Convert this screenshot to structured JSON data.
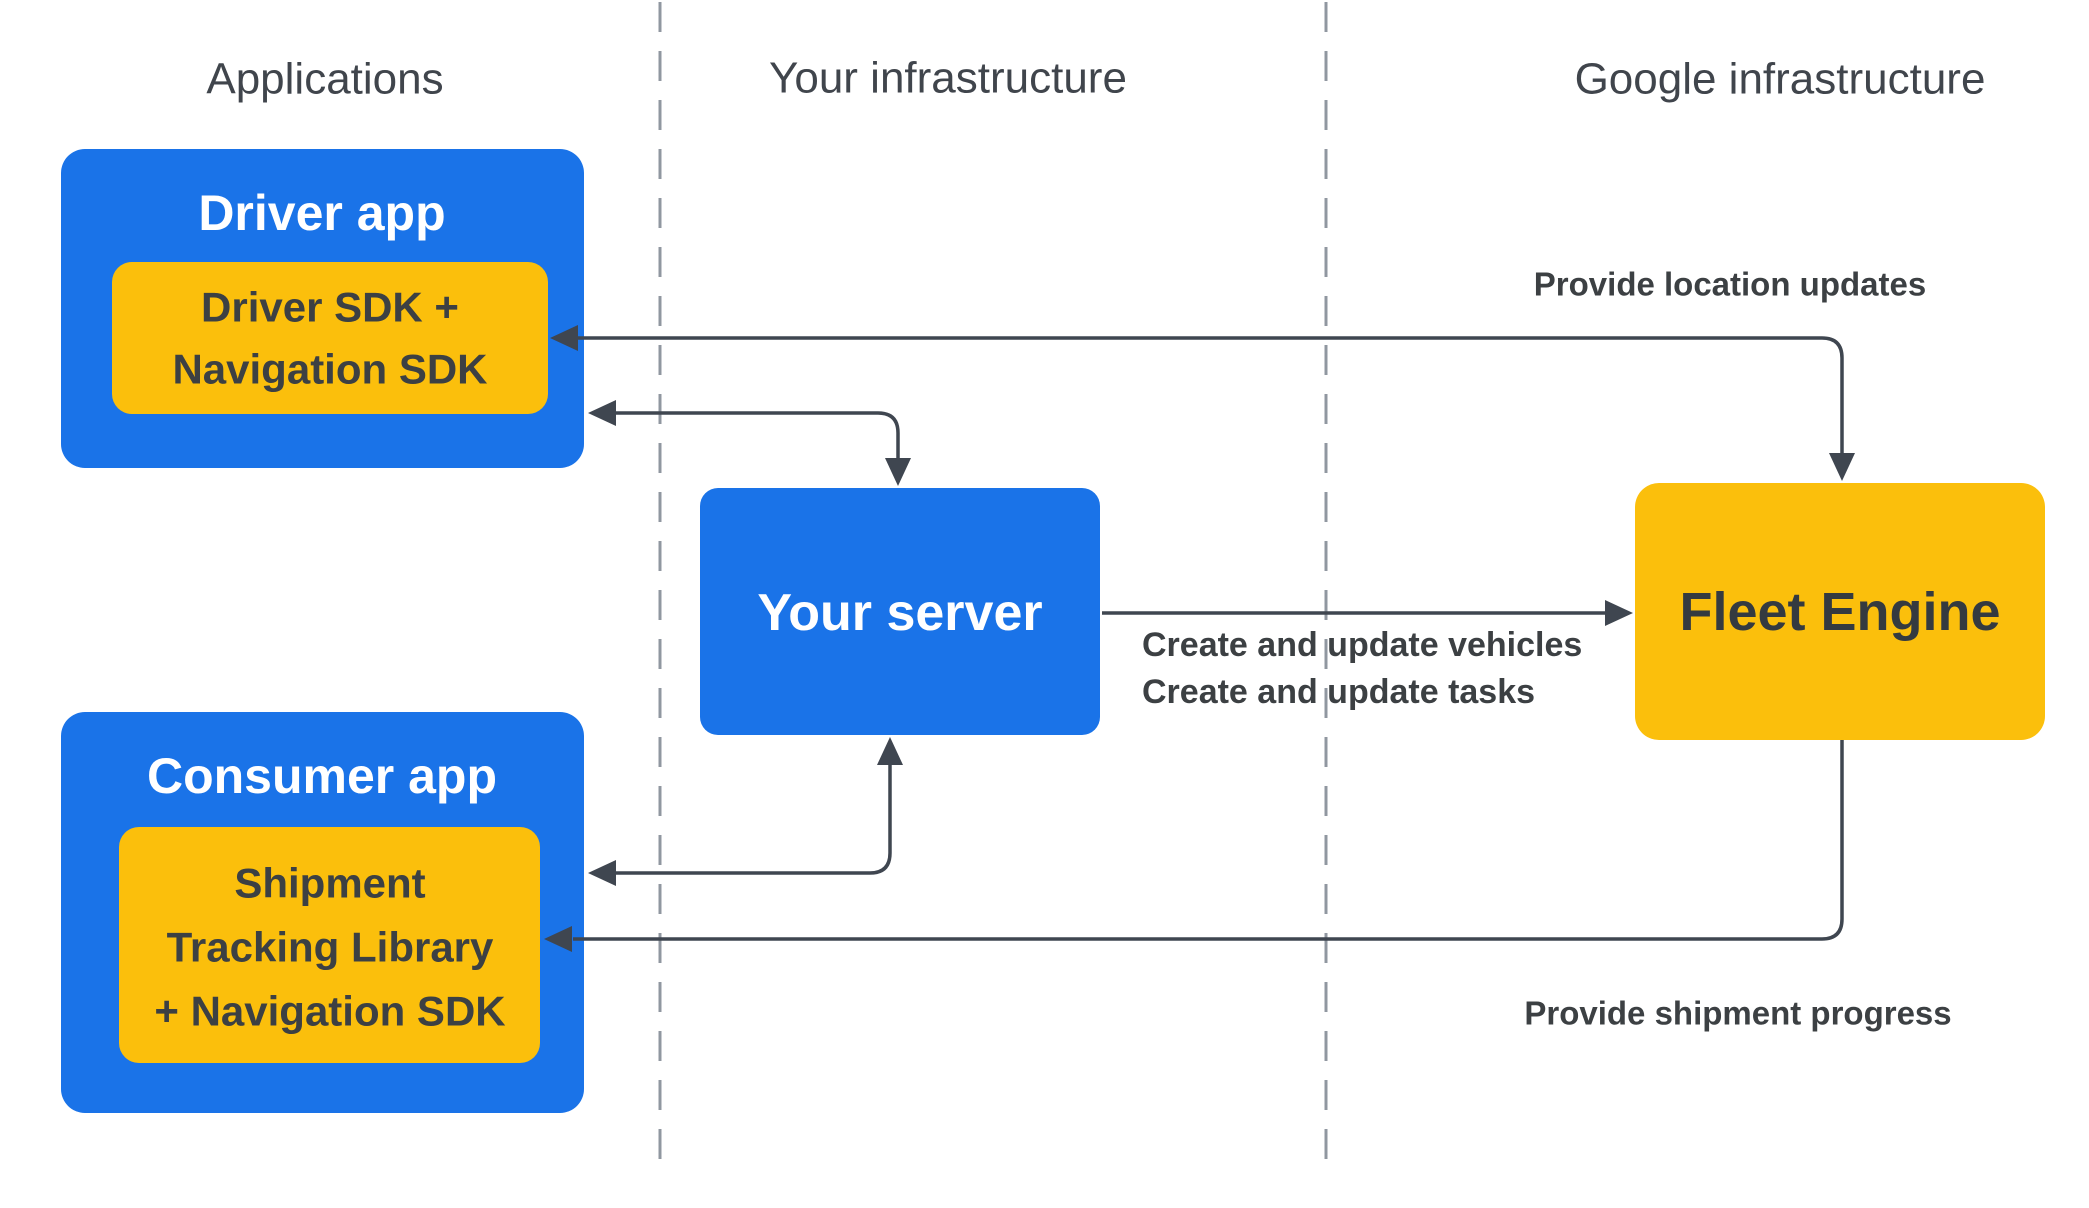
{
  "columns": {
    "applications": {
      "label": "Applications"
    },
    "your_infrastructure": {
      "label": "Your infrastructure"
    },
    "google_infrastructure": {
      "label": "Google infrastructure"
    }
  },
  "nodes": {
    "driver_app": {
      "title": "Driver app",
      "sdk_line1": "Driver SDK +",
      "sdk_line2": "Navigation SDK"
    },
    "your_server": {
      "title": "Your server"
    },
    "fleet_engine": {
      "title": "Fleet Engine"
    },
    "consumer_app": {
      "title": "Consumer app",
      "sdk_line1": "Shipment",
      "sdk_line2": "Tracking Library",
      "sdk_line3": "+ Navigation SDK"
    }
  },
  "edges": {
    "provide_location_updates": {
      "label": "Provide location updates"
    },
    "create_update_vehicles": {
      "label": "Create and update vehicles"
    },
    "create_update_tasks": {
      "label": "Create and update tasks"
    },
    "provide_shipment_progress": {
      "label": "Provide shipment progress"
    }
  },
  "colors": {
    "app_blue": "#1A73E8",
    "sdk_yellow": "#FBBF0C",
    "dark_text": "#3C4043",
    "white_text": "#FFFFFF",
    "arrow": "#3F4650",
    "header_text": "#40454C",
    "dashed_divider": "#9097A0",
    "background": "#FFFFFF"
  }
}
